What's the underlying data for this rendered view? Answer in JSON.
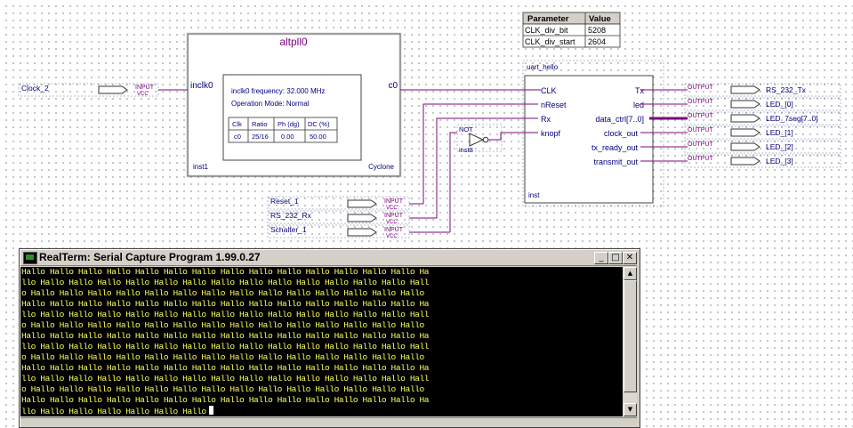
{
  "schematic": {
    "pll": {
      "title": "altpll0",
      "inclk_port": "inclk0",
      "out_port": "c0",
      "freq_label": "inclk0 frequency: 32.000 MHz",
      "mode_label": "Operation Mode: Normal",
      "table_headers": [
        "Clk",
        "Ratio",
        "Ph (dg)",
        "DC (%)"
      ],
      "table_row": [
        "c0",
        "25/16",
        "0.00",
        "50.00"
      ],
      "instance": "inst1",
      "family": "Cyclone"
    },
    "params": {
      "headers": [
        "Parameter",
        "Value"
      ],
      "rows": [
        [
          "CLK_div_bit",
          "5208"
        ],
        [
          "CLK_div_start",
          "2604"
        ]
      ]
    },
    "uart": {
      "title": "uart_hello",
      "inputs": [
        "CLK",
        "nReset",
        "Rx",
        "knopf"
      ],
      "outputs": [
        "Tx",
        "led",
        "data_ctrl[7..0]",
        "clock_out",
        "tx_ready_out",
        "transmit_out"
      ],
      "instance": "inst"
    },
    "not_gate": {
      "label": "NOT",
      "instance": "inst8"
    },
    "input_pins": [
      {
        "name": "Clock_2",
        "kind": "INPUT",
        "vcc": "VCC"
      },
      {
        "name": "Reset_1",
        "kind": "INPUT",
        "vcc": "VCC"
      },
      {
        "name": "RS_232_Rx",
        "kind": "INPUT",
        "vcc": "VCC"
      },
      {
        "name": "Schalter_1",
        "kind": "INPUT",
        "vcc": "VCC"
      }
    ],
    "output_pins": [
      {
        "name": "RS_232_Tx",
        "kind": "OUTPUT"
      },
      {
        "name": "LED_[0]",
        "kind": "OUTPUT"
      },
      {
        "name": "LED_7seg[7..0]",
        "kind": "OUTPUT"
      },
      {
        "name": "LED_[1]",
        "kind": "OUTPUT"
      },
      {
        "name": "LED_[2]",
        "kind": "OUTPUT"
      },
      {
        "name": "LED_[3]",
        "kind": "OUTPUT"
      }
    ]
  },
  "realterm": {
    "title": "RealTerm: Serial Capture Program 1.99.0.27",
    "buttons": {
      "minimize": "_",
      "maximize": "□",
      "close": "✕"
    },
    "terminal_lines": [
      "Hallo Hallo Hallo Hallo Hallo Hallo Hallo Hallo Hallo Hallo Hallo Hallo Hallo Hallo Ha",
      "llo Hallo Hallo Hallo Hallo Hallo Hallo Hallo Hallo Hallo Hallo Hallo Hallo Hallo Hall",
      "o Hallo Hallo Hallo Hallo Hallo Hallo Hallo Hallo Hallo Hallo Hallo Hallo Hallo Hallo",
      "Hallo Hallo Hallo Hallo Hallo Hallo Hallo Hallo Hallo Hallo Hallo Hallo Hallo Hallo Ha",
      "llo Hallo Hallo Hallo Hallo Hallo Hallo Hallo Hallo Hallo Hallo Hallo Hallo Hallo Hall",
      "o Hallo Hallo Hallo Hallo Hallo Hallo Hallo Hallo Hallo Hallo Hallo Hallo Hallo Hallo",
      "Hallo Hallo Hallo Hallo Hallo Hallo Hallo Hallo Hallo Hallo Hallo Hallo Hallo Hallo Ha",
      "llo Hallo Hallo Hallo Hallo Hallo Hallo Hallo Hallo Hallo Hallo Hallo Hallo Hallo Hall",
      "o Hallo Hallo Hallo Hallo Hallo Hallo Hallo Hallo Hallo Hallo Hallo Hallo Hallo Hallo",
      "Hallo Hallo Hallo Hallo Hallo Hallo Hallo Hallo Hallo Hallo Hallo Hallo Hallo Hallo Ha",
      "llo Hallo Hallo Hallo Hallo Hallo Hallo Hallo Hallo Hallo Hallo Hallo Hallo Hallo Hall",
      "o Hallo Hallo Hallo Hallo Hallo Hallo Hallo Hallo Hallo Hallo Hallo Hallo Hallo Hallo",
      "Hallo Hallo Hallo Hallo Hallo Hallo Hallo Hallo Hallo Hallo Hallo Hallo Hallo Hallo Ha",
      "llo Hallo Hallo Hallo Hallo Hallo Hallo"
    ]
  },
  "colors": {
    "wire": "#7a0a7a",
    "symbol_text": "#000080",
    "pin_label_text": "#800080",
    "terminal_bg": "#000000",
    "terminal_text": "#ffff5a"
  }
}
